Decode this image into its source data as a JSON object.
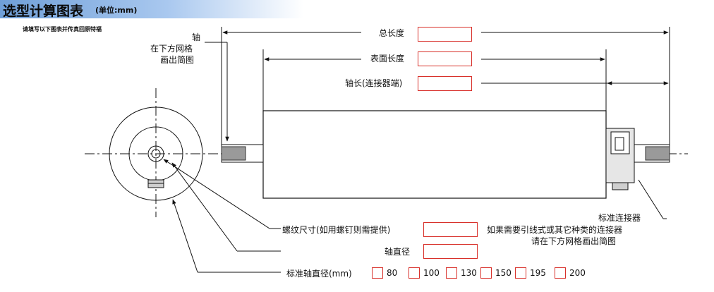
{
  "header": {
    "title": "选型计算图表",
    "unit": "(单位:mm)"
  },
  "instruction": "请填写以下图表并传真回原特福",
  "labels": {
    "shaft_note_1": "轴",
    "shaft_note_2": "在下方网格",
    "shaft_note_3": "画出简图",
    "total_length": "总长度",
    "face_length": "表面长度",
    "shaft_length": "轴长(连接器端)",
    "connector": "标准连接器",
    "connector_note_1": "如果需要引线式或其它种类的连接器",
    "connector_note_2": "请在下方网格画出简图",
    "thread_size": "螺纹尺寸(如用螺钉则需提供)",
    "shaft_diameter": "轴直径",
    "std_shaft_diameter": "标准轴直径(mm)"
  },
  "fields": {
    "total_length": "",
    "face_length": "",
    "shaft_length": "",
    "thread_size": "",
    "shaft_diameter": ""
  },
  "diameter_options": [
    "80",
    "100",
    "130",
    "150",
    "195",
    "200"
  ],
  "colors": {
    "field_border": "#d8302a",
    "title_bar": "#6f9fd8",
    "line": "#111111"
  }
}
